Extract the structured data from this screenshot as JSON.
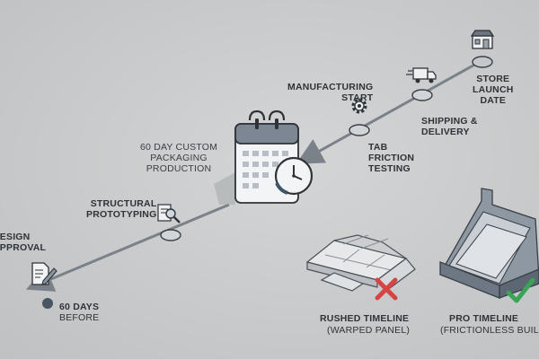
{
  "milestones": {
    "store_launch": "STORE\nLAUNCH\nDATE",
    "shipping": "SHIPPING &\nDELIVERY",
    "manufacturing": "MANUFACTURING\nSTART",
    "tab_testing": "TAB\nFRICTION\nTESTING",
    "production": "60 DAY CUSTOM\nPACKAGING\nPRODUCTION",
    "prototyping": "STRUCTURAL\nPROTOTYPING",
    "design_approval": "DESIGN\nAPPROVAL",
    "sixty_days_bold": "60 DAYS",
    "sixty_days_rest": "BEFORE"
  },
  "comparison": {
    "rushed_title": "RUSHED TIMELINE",
    "rushed_sub": "(WARPED PANEL)",
    "pro_title": "PRO TIMELINE",
    "pro_sub": "(FRICTIONLESS BUILD)"
  },
  "colors": {
    "background": "#c9cbcc",
    "line": "#7b8188",
    "node_fill": "#cdd0d3",
    "dark": "#3a3f45",
    "red_x": "#d64545",
    "green_check": "#3aa356"
  },
  "icons": [
    "store-icon",
    "truck-icon",
    "gear-icon",
    "calendar-clock-icon",
    "magnifier-doc-icon",
    "pencil-doc-icon",
    "x-mark-icon",
    "check-mark-icon"
  ]
}
